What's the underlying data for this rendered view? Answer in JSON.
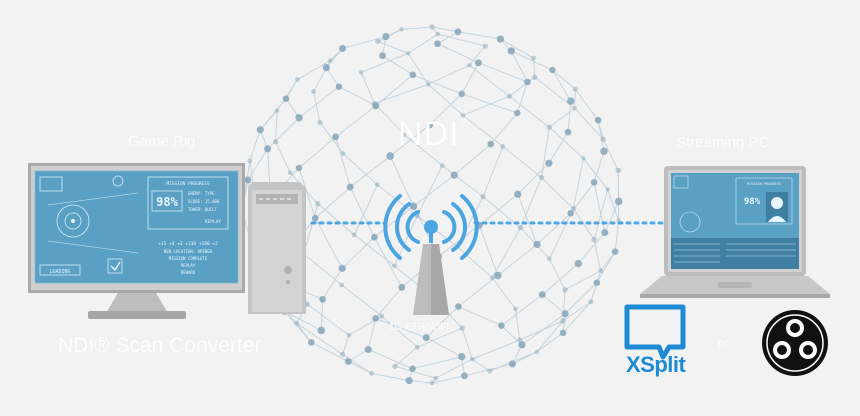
{
  "labels": {
    "game_rig": "Game Rig",
    "streaming_pc": "Streaming PC",
    "ndi_title": "NDI",
    "ndi_tm": "®",
    "scan_converter": "NDI® Scan Converter",
    "network": "1G ETH/WIFI",
    "or": "or",
    "xsplit": "XSplit"
  },
  "game_screen": {
    "mission_progress": "MISSION PROGRESS",
    "percent": "98%",
    "enemy_type": "ENEMY: TYPE",
    "score": "SCORE: 15,000",
    "tower": "TOWER: BUILT",
    "replay": "REPLAY",
    "loading": "LOADING",
    "stats": "+15  +4  +2  +230  +180  +2",
    "new_location": "NEW LOCATION: OPENED",
    "mission_complete": "MISSION COMPLETE",
    "replay2": "REPLAY",
    "reward": "REWARD"
  },
  "stream_screen": {
    "mission_progress": "MISSION PROGRESS",
    "percent": "98%"
  },
  "colors": {
    "background": "#f2f2f2",
    "screen": "#5aa0c4",
    "device_gray": "#c8c8c8",
    "device_dark": "#9a9a9a",
    "wifi_blue": "#4aa5e0",
    "node": "#8aa9bb",
    "link": "#c5d3dc",
    "xsplit_blue": "#1e8ad4",
    "obs_black": "#111111"
  },
  "icons": {
    "wifi": "wifi-signal-icon",
    "xsplit": "xsplit-logo-icon",
    "obs": "obs-logo-icon"
  }
}
